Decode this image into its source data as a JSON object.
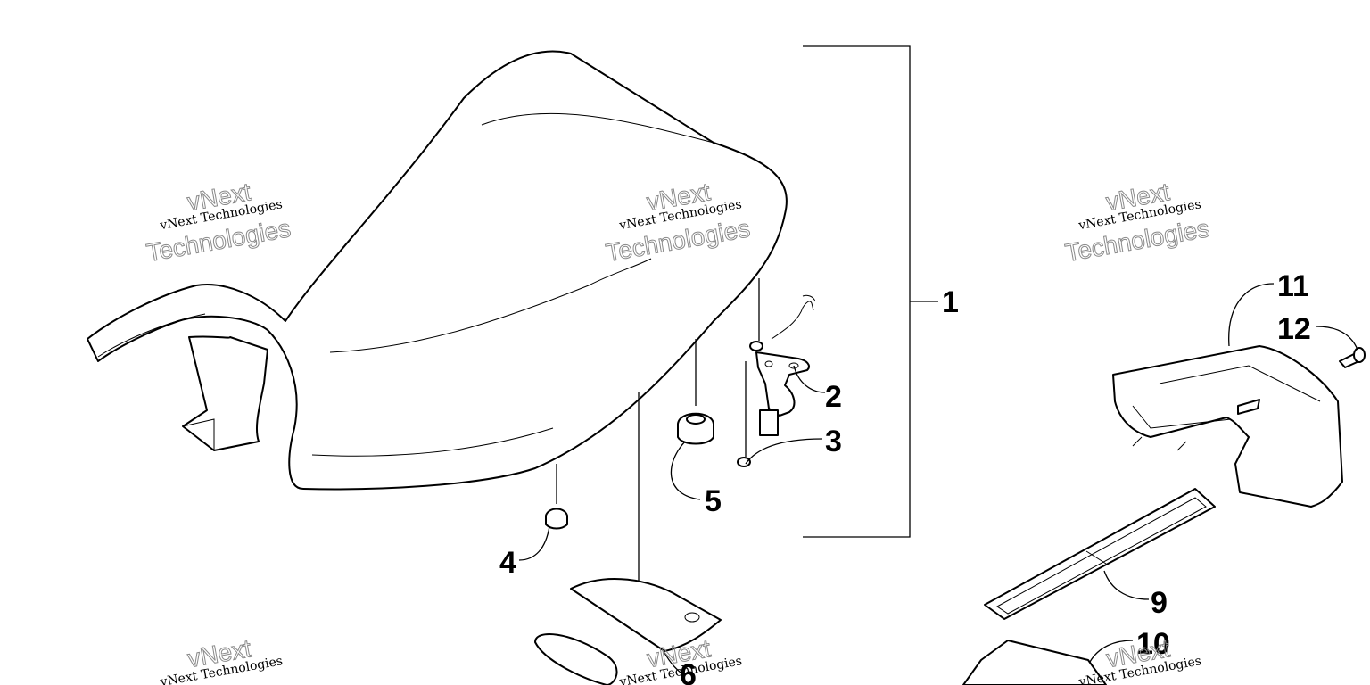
{
  "callouts": [
    "1",
    "2",
    "3",
    "4",
    "5",
    "6",
    "9",
    "10",
    "11",
    "12"
  ],
  "watermark": {
    "line_small": "vNext Technologies",
    "line_big_top": "vNext",
    "line_big_bottom": "Technologies"
  },
  "colors": {
    "line": "#000000",
    "watermark": "#8a8a8a",
    "background": "#ffffff"
  }
}
